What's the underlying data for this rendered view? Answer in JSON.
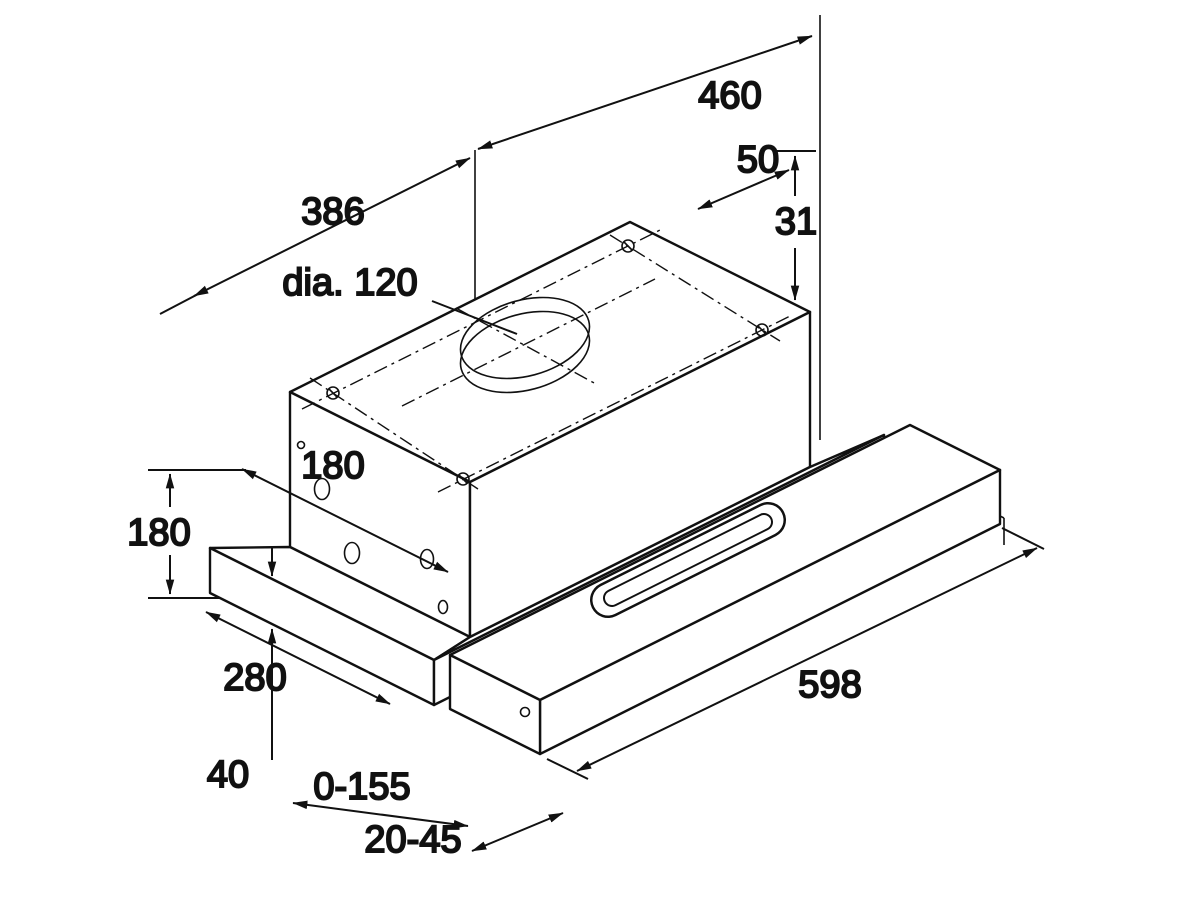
{
  "colors": {
    "background": "#ffffff",
    "line": "#111111"
  },
  "dims": {
    "top_width": "460",
    "duct_offset": "50",
    "rear_height": "31",
    "body_depth": "386",
    "duct_diameter": "dia. 120",
    "inner_depth": "180",
    "body_height": "180",
    "base_depth": "280",
    "front_width": "598",
    "lip_height": "40",
    "pullout_range": "0-155",
    "panel_thickness": "20-45"
  }
}
